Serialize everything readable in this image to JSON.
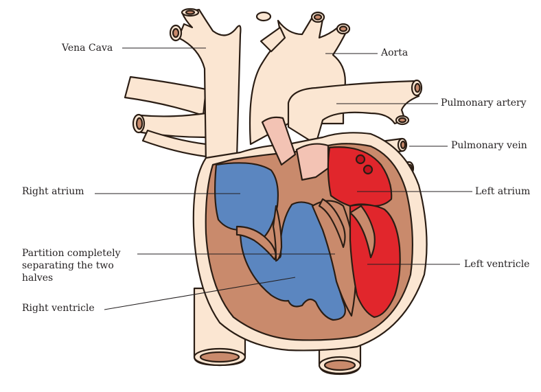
{
  "diagram": {
    "labels": {
      "vena_cava": "Vena Cava",
      "aorta": "Aorta",
      "pulmonary_artery": "Pulmonary artery",
      "pulmonary_vein": "Pulmonary vein",
      "right_atrium": "Right atrium",
      "left_atrium": "Left atrium",
      "partition_line1": "Partition completely",
      "partition_line2": "separating the two",
      "partition_line3": "halves",
      "left_ventricle": "Left ventricle",
      "right_ventricle": "Right ventricle"
    },
    "colors": {
      "vessel": "#fbe6d2",
      "muscle": "#c98a6c",
      "deoxygenated": "#5b86c0",
      "oxygenated": "#e1262c",
      "oxygenated_dark": "#c1121f",
      "pink_vessel": "#f3c3b4",
      "outline": "#2a1d14"
    }
  }
}
